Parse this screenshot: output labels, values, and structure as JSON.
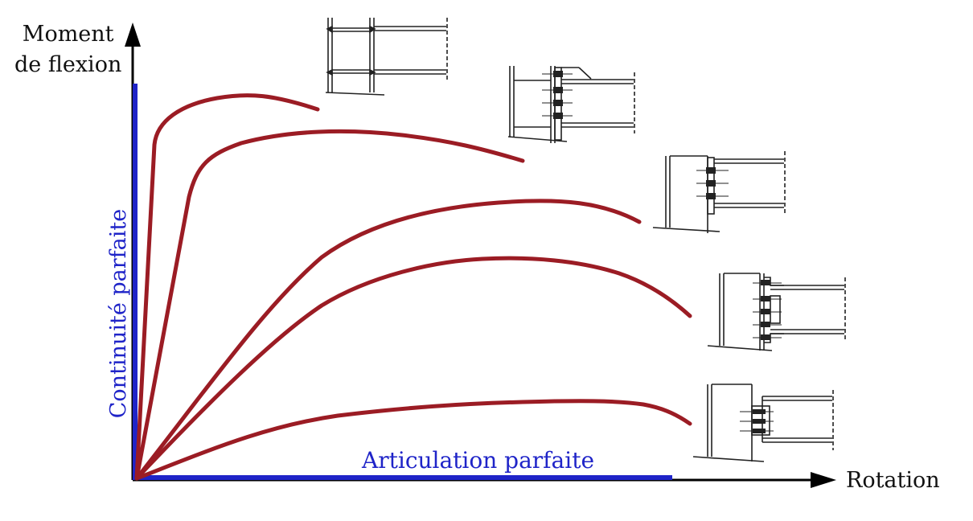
{
  "axes": {
    "y_label_line1": "Moment",
    "y_label_line2": "de flexion",
    "x_label": "Rotation"
  },
  "annotations": {
    "vertical": "Continuité parfaite",
    "horizontal": "Articulation parfaite"
  },
  "colors": {
    "curve": "#9b1c24",
    "limit_line": "#1f24c8",
    "axis": "#000000",
    "sketch": "#222222"
  },
  "curves": [
    {
      "name": "welded-stiffened-joint"
    },
    {
      "name": "extended-end-plate-joint"
    },
    {
      "name": "flush-end-plate-joint"
    },
    {
      "name": "flange-angle-joint"
    },
    {
      "name": "web-cleat-joint"
    }
  ]
}
